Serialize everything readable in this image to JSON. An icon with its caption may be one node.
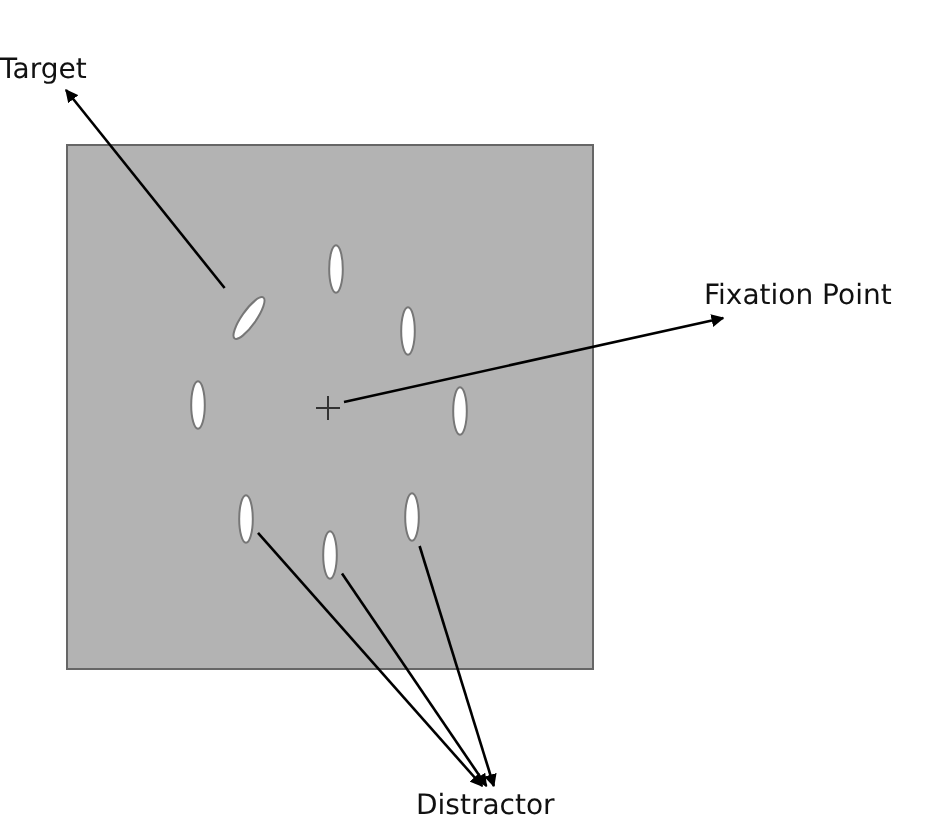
{
  "diagram": {
    "nodes": [
      {
        "text": [
          "Target"
        ]
      },
      {
        "text": [
          "Fixation Point"
        ]
      },
      {
        "text": [
          "Distractor"
        ]
      },
      {
        "text": [],
        "shape": "box"
      },
      {
        "text": [],
        "shape": "ellipse",
        "in": 3
      },
      {
        "text": [],
        "shape": "ellipse",
        "in": 3
      },
      {
        "text": [],
        "shape": "ellipse",
        "in": 3
      },
      {
        "text": [],
        "shape": "ellipse",
        "in": 3
      },
      {
        "text": [],
        "shape": "cross",
        "in": 3
      },
      {
        "text": [],
        "shape": "ellipse",
        "in": 3
      },
      {
        "text": [],
        "shape": "ellipse",
        "in": 3
      },
      {
        "text": [],
        "shape": "ellipse",
        "in": 3
      },
      {
        "text": [],
        "shape": "ellipse",
        "in": 3
      }
    ],
    "edges": [
      {
        "from": 5,
        "to": 0,
        "arrow": "to"
      },
      {
        "from": 8,
        "to": 1,
        "arrow": "to"
      },
      {
        "from": 10,
        "to": 2,
        "arrow": "to"
      },
      {
        "from": 12,
        "to": 2,
        "arrow": "to"
      },
      {
        "from": 11,
        "to": 2,
        "arrow": "to"
      }
    ]
  }
}
